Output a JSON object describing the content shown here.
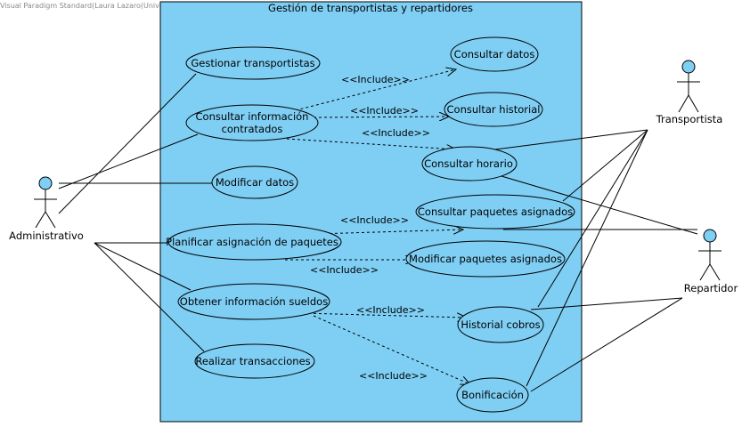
{
  "watermark": "Visual Paradigm Standard(Laura Lazaro(Universidad Granada))",
  "system": {
    "title": "Gestión de transportistas y repartidores",
    "fill": "#7fcff5"
  },
  "colors": {
    "usecase_fill": "#7fcff5",
    "actor_head": "#7fcff5",
    "stroke": "#000000"
  },
  "include_label": "<<Include>>",
  "actors": {
    "administrativo": "Administrativo",
    "transportista": "Transportista",
    "repartidor": "Repartidor"
  },
  "use_cases": {
    "gestionar": "Gestionar transportistas",
    "consultar_info_line1": "Consultar información",
    "consultar_info_line2": "contratados",
    "modificar_datos": "Modificar datos",
    "planificar": "Planificar asignación de paquetes",
    "obtener_sueldos": "Obtener información sueldos",
    "realizar": "Realizar transacciones",
    "consultar_datos": "Consultar datos",
    "consultar_historial": "Consultar historial",
    "consultar_horario": "Consultar horario",
    "consultar_paquetes": "Consultar paquetes asignados",
    "modificar_paquetes": "Modificar paquetes asignados",
    "historial_cobros": "Historial cobros",
    "bonificacion": "Bonificación"
  }
}
